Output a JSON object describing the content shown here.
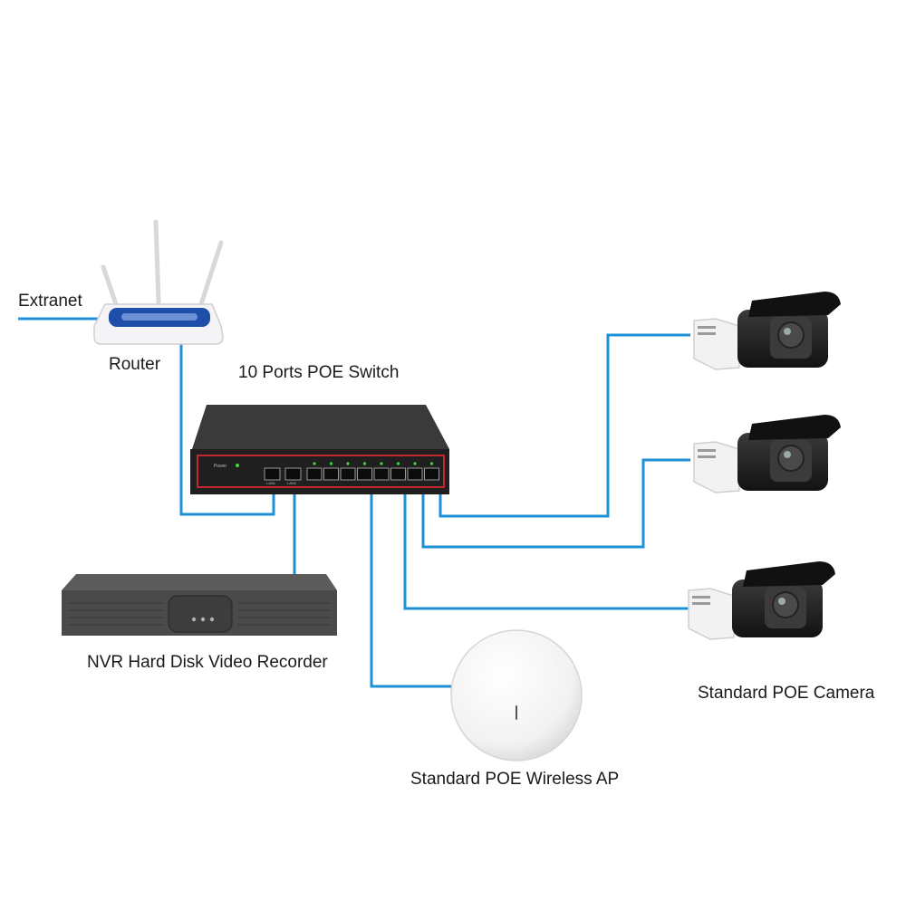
{
  "labels": {
    "extranet": "Extranet",
    "router": "Router",
    "switch": "10 Ports POE Switch",
    "nvr": "NVR Hard Disk Video Recorder",
    "ap": "Standard POE Wireless AP",
    "camera": "Standard POE Camera"
  },
  "switch_panel": {
    "power": "Power",
    "lan1": "LAN1",
    "lan2": "LAN2"
  },
  "colors": {
    "cable": "#1e90d6",
    "switch_body": "#2b2b2b",
    "accent_red": "#c0282d",
    "router_blue": "#1e4fa8"
  }
}
